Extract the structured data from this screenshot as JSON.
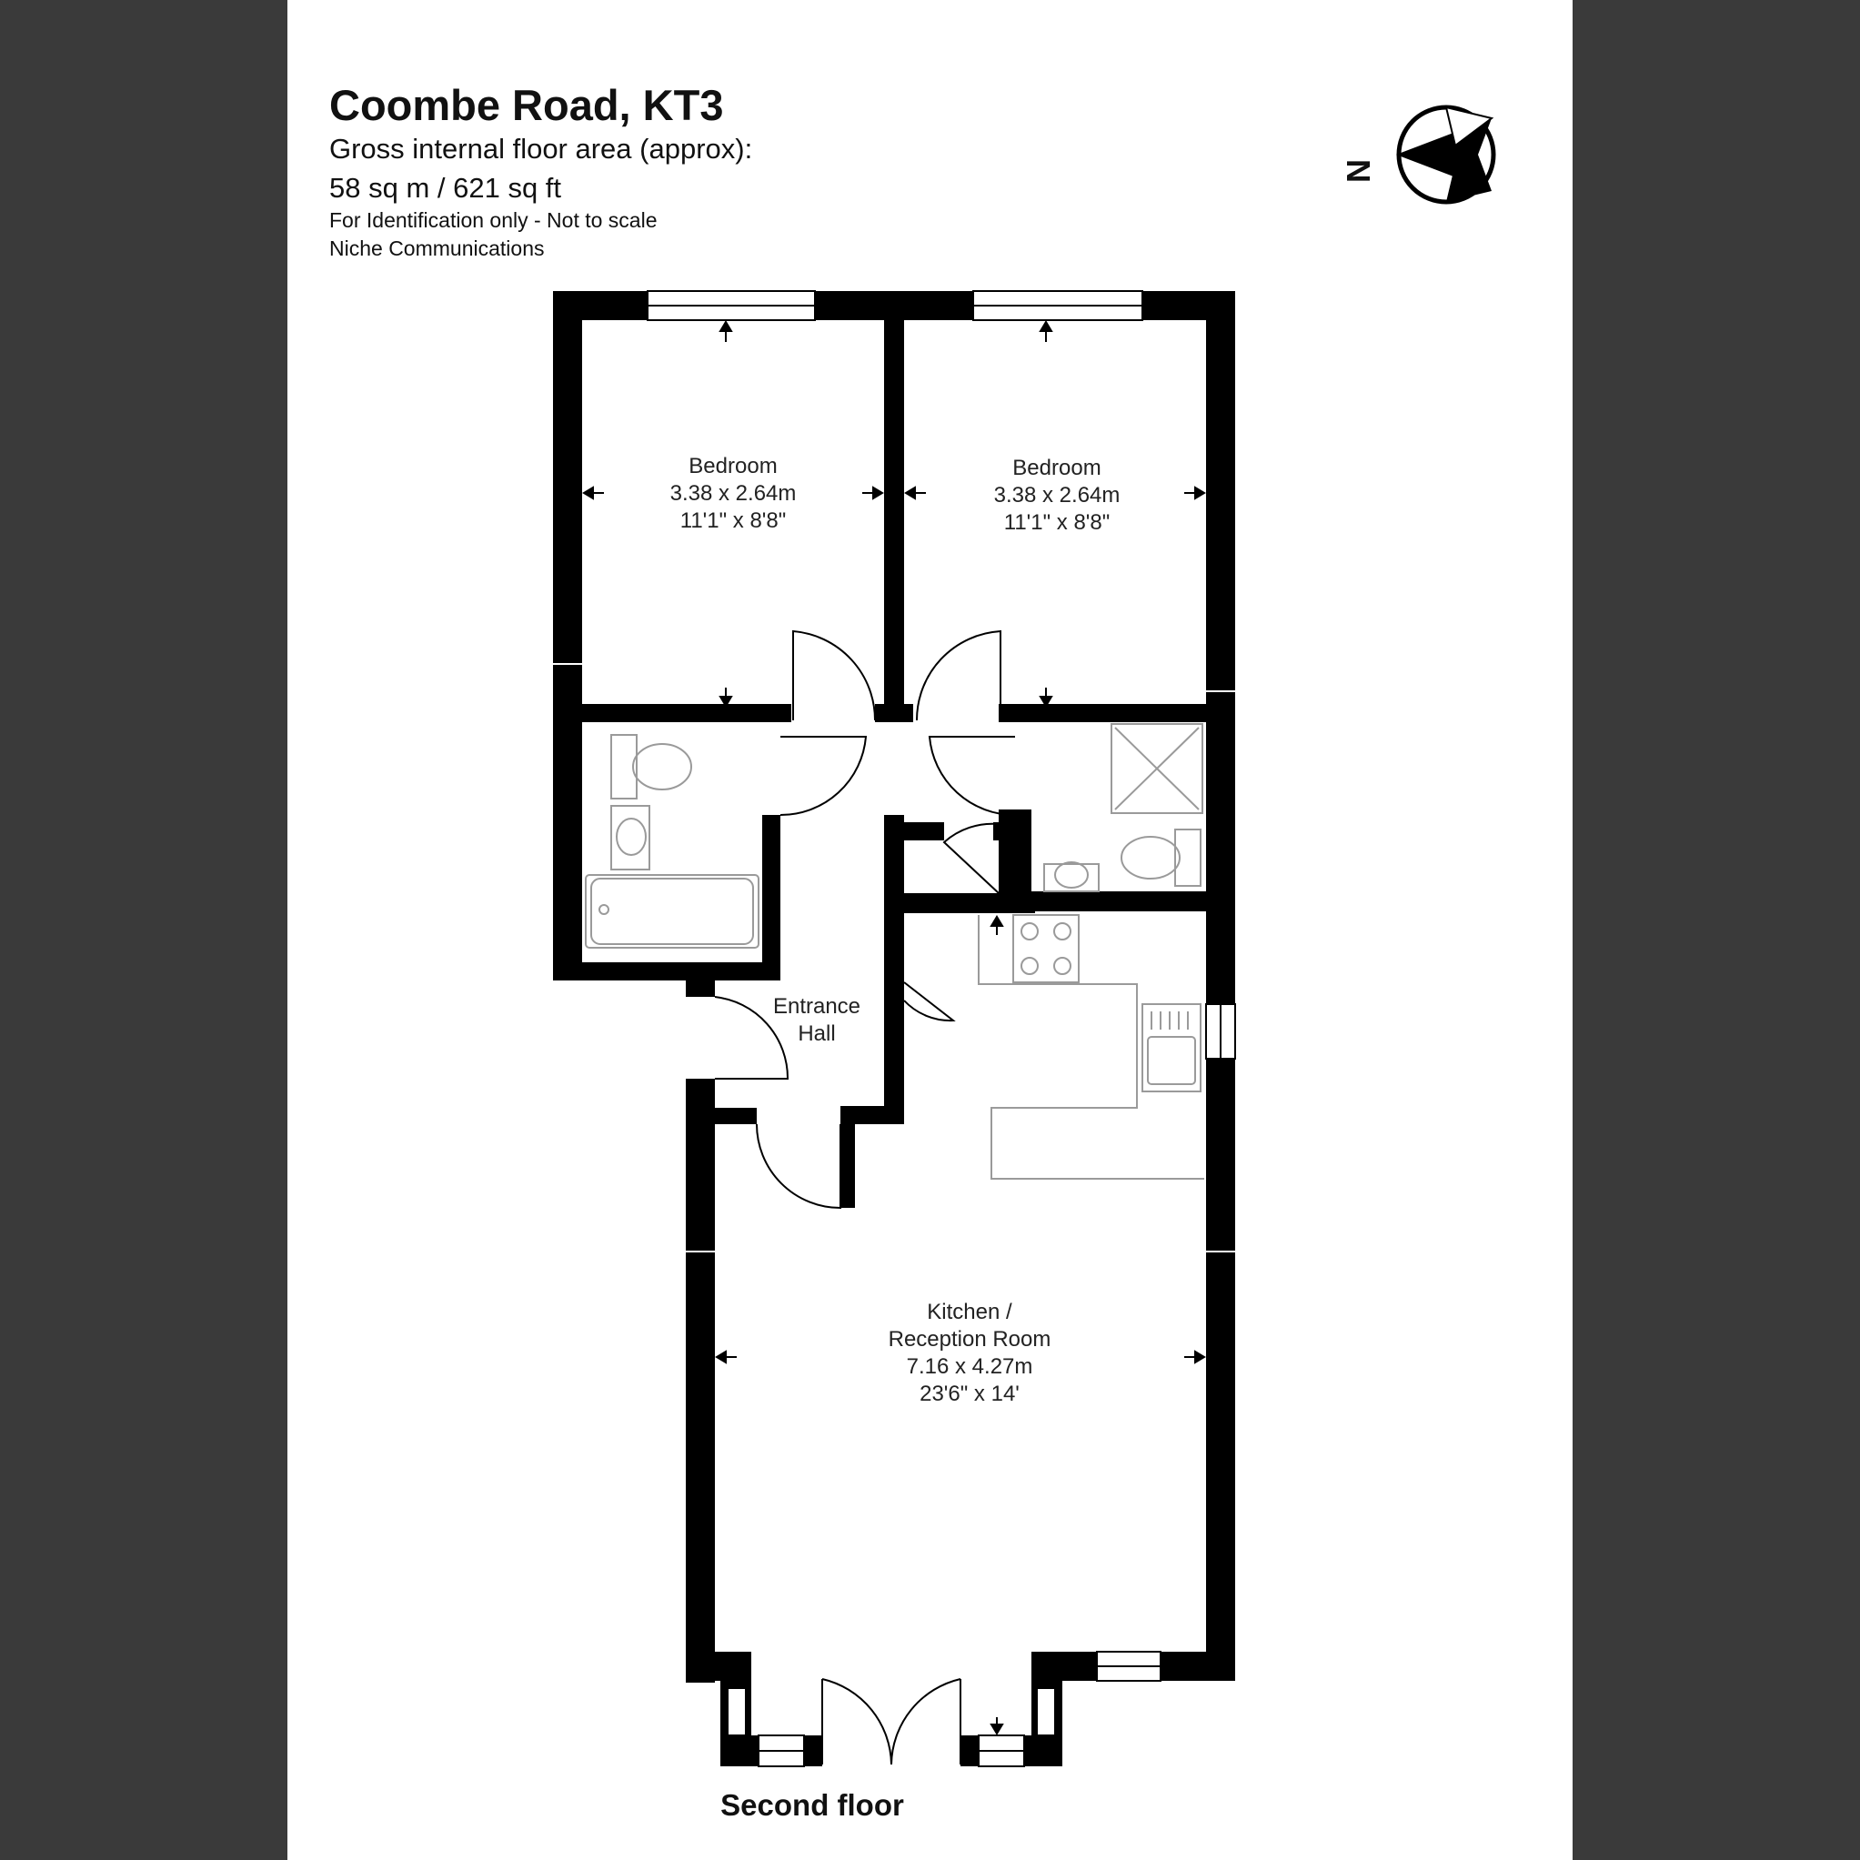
{
  "header": {
    "title": "Coombe Road, KT3",
    "area_label": "Gross internal floor area (approx):",
    "area_value": "58 sq m / 621 sq ft",
    "disclaimer": "For Identification only - Not to scale",
    "credit": "Niche Communications"
  },
  "compass": {
    "letter": "N"
  },
  "rooms": {
    "bedroom1": {
      "name": "Bedroom",
      "metric": "3.38 x 2.64m",
      "imperial": "11'1\" x 8'8\""
    },
    "bedroom2": {
      "name": "Bedroom",
      "metric": "3.38 x 2.64m",
      "imperial": "11'1\" x 8'8\""
    },
    "hall": {
      "line1": "Entrance",
      "line2": "Hall"
    },
    "kitchen": {
      "line1": "Kitchen /",
      "line2": "Reception Room",
      "metric": "7.16 x 4.27m",
      "imperial": "23'6\" x 14'"
    }
  },
  "floor": {
    "label": "Second floor"
  },
  "colors": {
    "wall": "#000000",
    "paper": "#ffffff",
    "frame": "#3a3a3a",
    "fixture": "#9a9a9a"
  }
}
